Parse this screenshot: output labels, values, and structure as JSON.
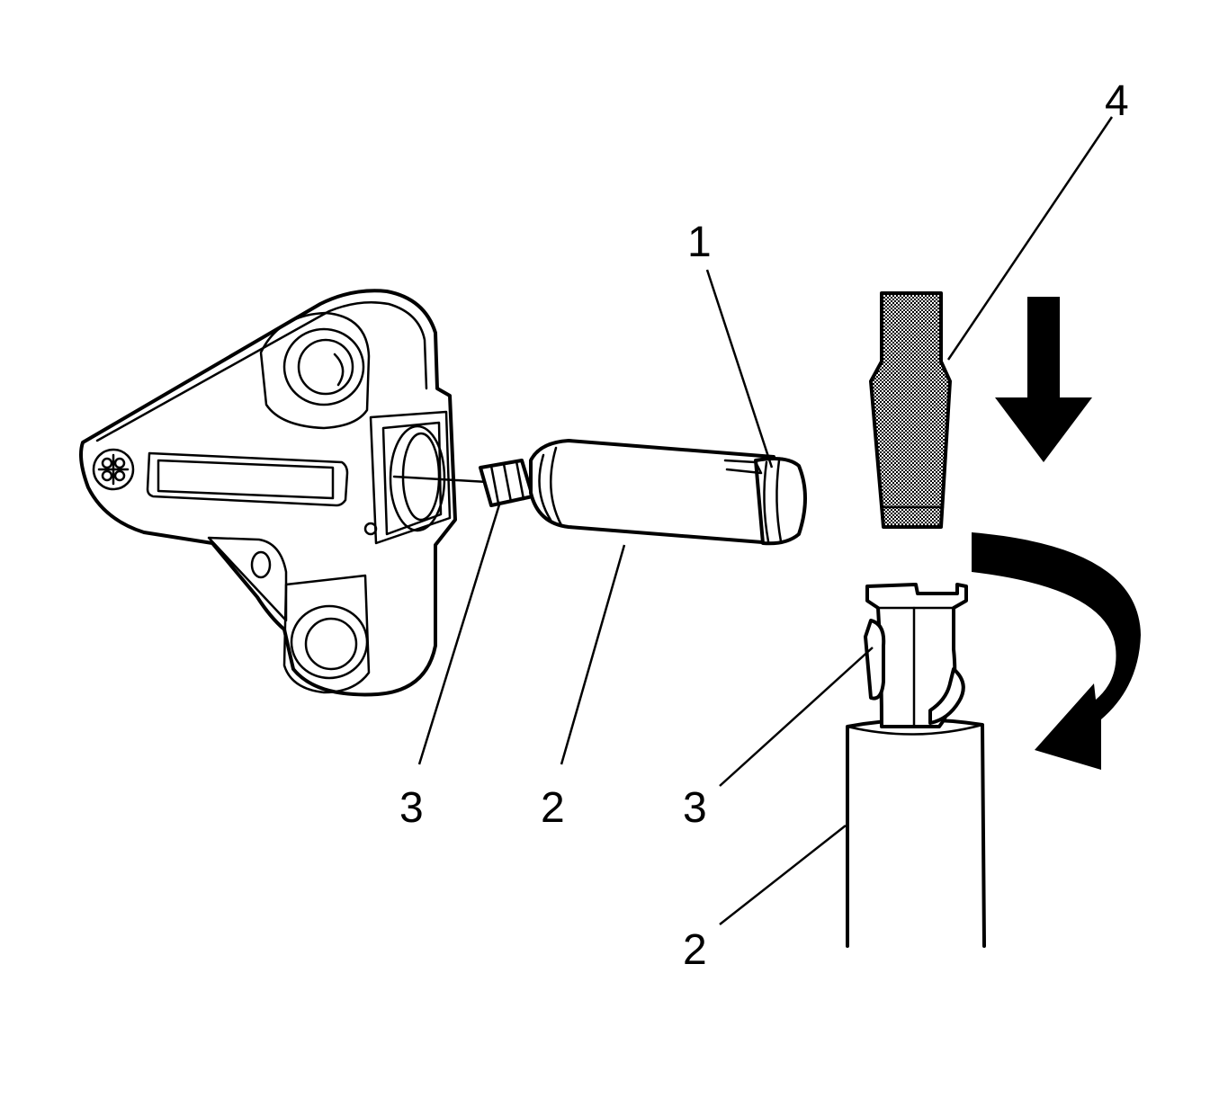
{
  "callouts": {
    "c1": "1",
    "c2_left": "2",
    "c2_right": "2",
    "c3_left": "3",
    "c3_right": "3",
    "c4": "4"
  },
  "colors": {
    "ink": "#000000",
    "paper": "#ffffff"
  },
  "icons": {
    "push_arrow": "arrow-down-icon",
    "rotate_arrow": "rotate-clockwise-icon"
  }
}
